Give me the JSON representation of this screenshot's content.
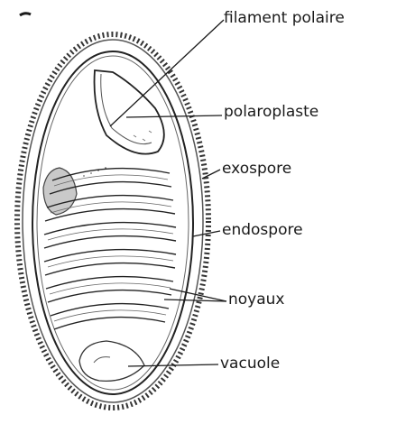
{
  "diagram": {
    "labels": {
      "filament": "filament polaire",
      "polaroplaste": "polaroplaste",
      "exospore": "exospore",
      "endospore": "endospore",
      "noyaux": "noyaux",
      "vacuole": "vacuole"
    },
    "ink_color": "#1a1a1a",
    "background": "#ffffff"
  }
}
